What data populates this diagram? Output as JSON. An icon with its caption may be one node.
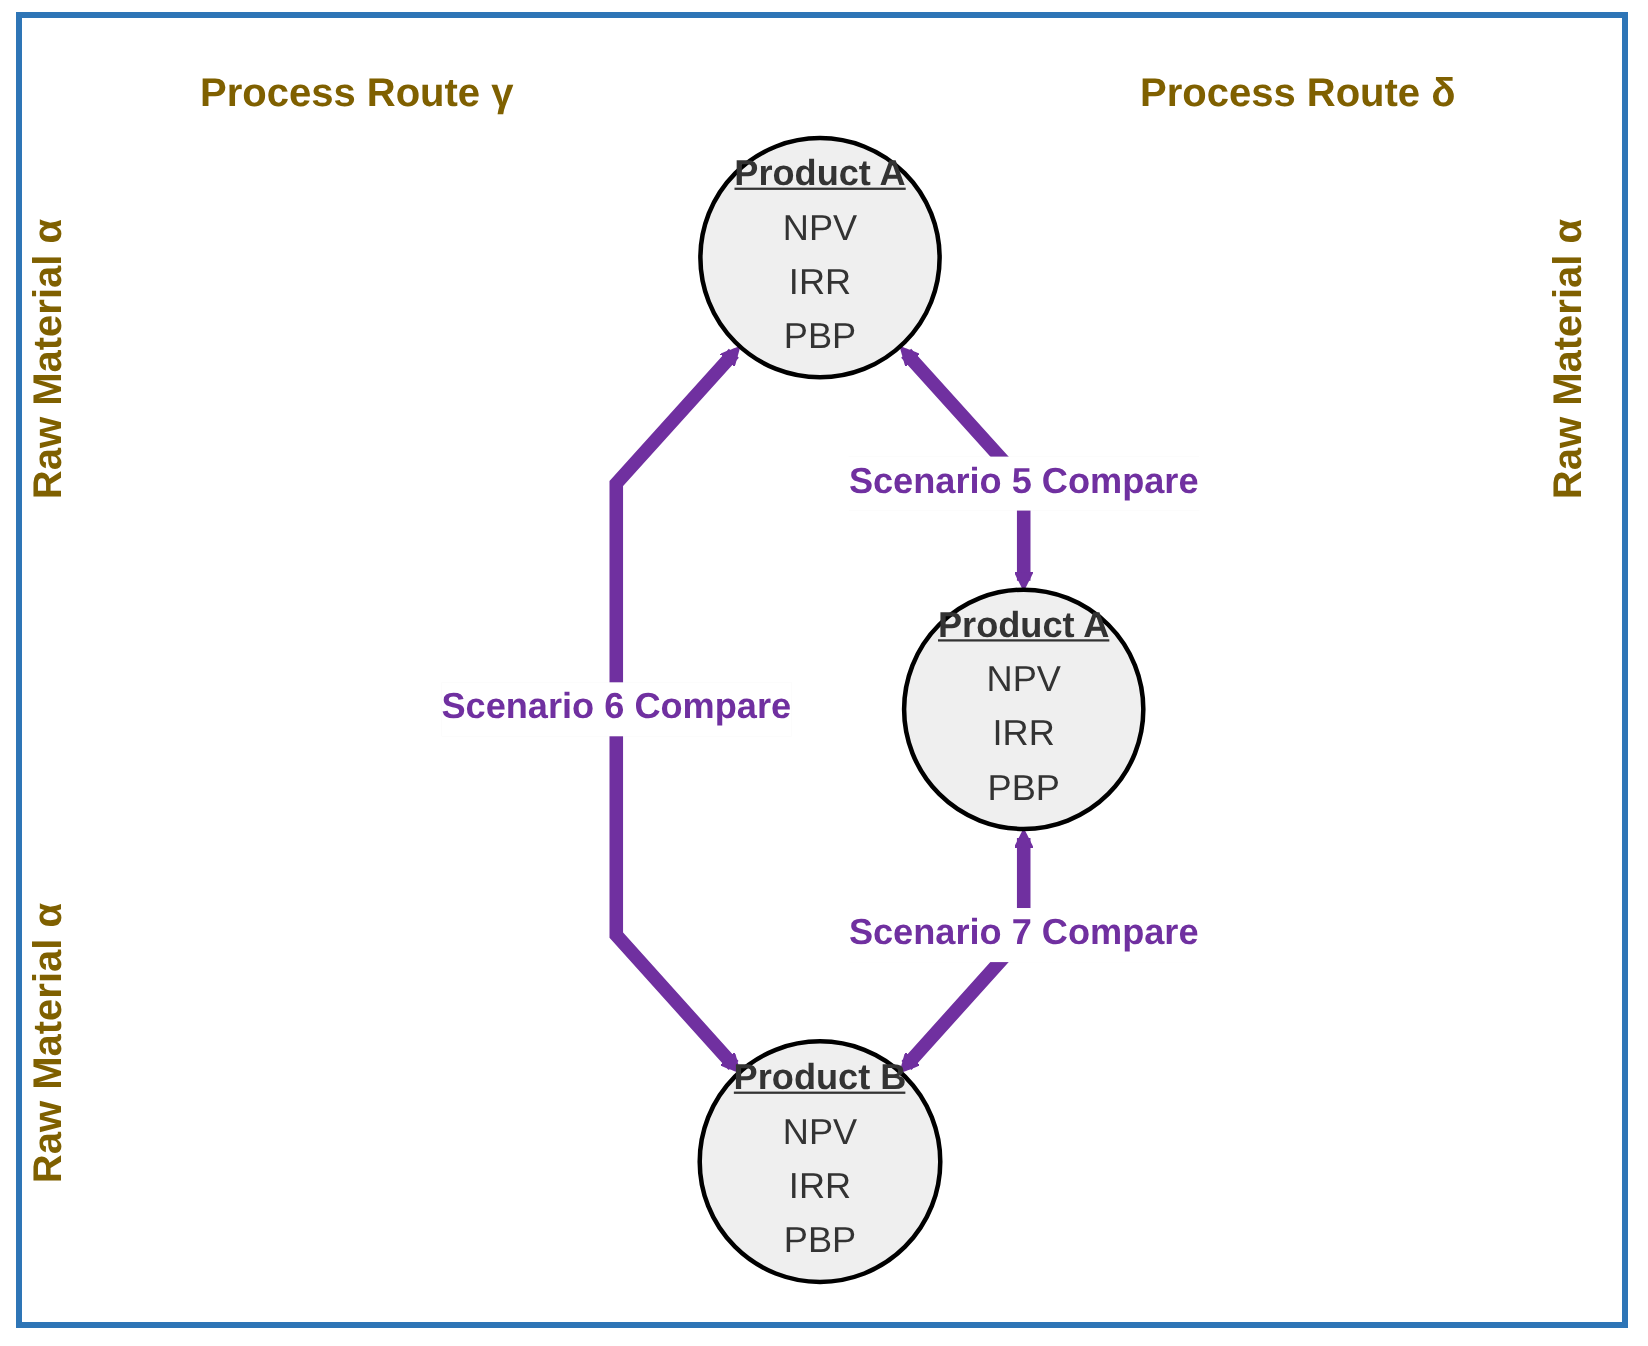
{
  "diagram": {
    "nodes": [
      {
        "text": [
          "Product A",
          "NPV IRR PBP"
        ]
      },
      {
        "text": [
          "Product A",
          "NPV IRR PBP"
        ]
      },
      {
        "text": [
          "Product B",
          "NPV IRR PBP"
        ]
      }
    ],
    "edges": [
      {
        "from": 0,
        "to": 1,
        "arrow": "both",
        "label": "Scenario 5 Compare"
      },
      {
        "from": 0,
        "to": 2,
        "arrow": "both",
        "label": "Scenario 6 Compare"
      },
      {
        "from": 1,
        "to": 2,
        "arrow": "both",
        "label": "Scenario 7 Compare"
      }
    ],
    "labels": [
      "Process Route γ",
      "Process Route δ",
      "Raw Material α",
      "Raw Material α",
      "Raw Material α"
    ]
  }
}
